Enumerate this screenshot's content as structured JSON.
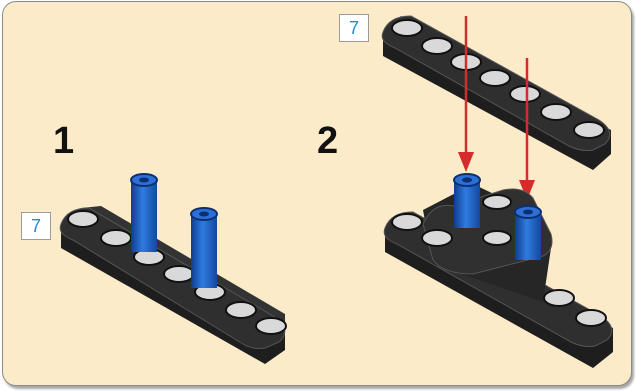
{
  "steps": [
    {
      "number": "1",
      "part_quantity": "7"
    },
    {
      "number": "2",
      "part_quantity": "7"
    }
  ],
  "colors": {
    "background": "#fcebc8",
    "beam": "#2a2a2a",
    "pin": "#1f5fbf",
    "arrow": "#d42b2b",
    "quantity_text": "#1a8fd6"
  }
}
